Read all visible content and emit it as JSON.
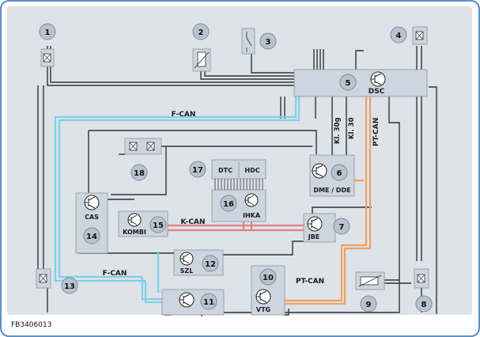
{
  "figure_code": "FB3406013",
  "numbers": [
    "1",
    "2",
    "3",
    "4",
    "5",
    "6",
    "7",
    "8",
    "9",
    "10",
    "11",
    "12",
    "13",
    "14",
    "15",
    "16",
    "17",
    "18"
  ],
  "modules": {
    "dsc": "DSC",
    "dme": "DME / DDE",
    "jbe": "JBE",
    "cas": "CAS",
    "kombi": "KOMBI",
    "ihka": "IHKA",
    "dtc": "DTC",
    "hdc": "HDC",
    "szl": "SZL",
    "vtg": "VTG"
  },
  "bus_labels": {
    "fcan_top": "F-CAN",
    "fcan_bottom": "F-CAN",
    "kcan": "K-CAN",
    "ptcan_vertical": "PT-CAN",
    "ptcan_horizontal": "PT-CAN"
  },
  "terminals": {
    "kl30g": "Kl. 30g",
    "kl30": "Kl. 30"
  },
  "colors": {
    "frame": "#2a6fb5",
    "panel": "#dde3e9",
    "box": "#cdd5de",
    "wire": "#333333",
    "fcan": "#7fd0e8",
    "kcan": "#e57f7f",
    "ptcan": "#f0a060",
    "badge": "#b9c3ce"
  }
}
